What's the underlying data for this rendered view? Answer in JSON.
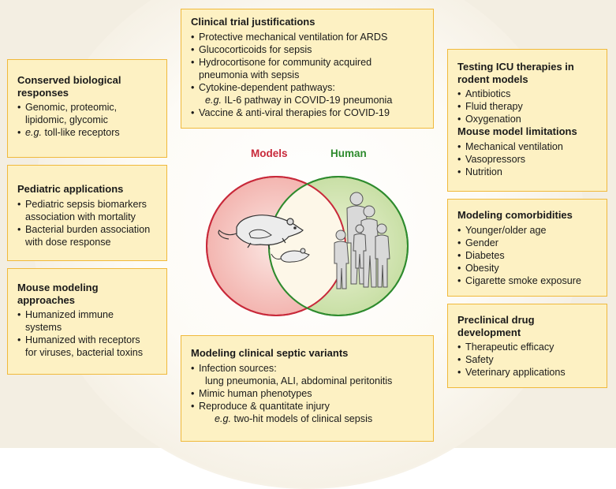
{
  "venn": {
    "models_label": "Models",
    "human_label": "Human",
    "models_color": "#c8293a",
    "human_color": "#2e8b2e"
  },
  "clinical_trial": {
    "title": "Clinical trial justifications",
    "items": [
      "Protective mechanical ventilation for ARDS",
      "Glucocorticoids for sepsis",
      "Hydrocortisone for community acquired",
      "pneumonia with sepsis",
      "Cytokine-dependent pathways:",
      "e.g.",
      "IL-6 pathway in COVID-19 pneumonia",
      "Vaccine & anti-viral therapies for COVID-19"
    ]
  },
  "conserved": {
    "title": "Conserved biological responses",
    "items": [
      "Genomic, proteomic,",
      "lipidomic, glycomic",
      "e.g.",
      "toll-like receptors"
    ]
  },
  "pediatric": {
    "title": "Pediatric applications",
    "items": [
      "Pediatric sepsis biomarkers",
      "association with mortality",
      "Bacterial burden association",
      "with dose response"
    ]
  },
  "mouse_modeling": {
    "title": "Mouse modeling approaches",
    "items": [
      "Humanized immune",
      "systems",
      "Humanized with receptors",
      "for viruses, bacterial toxins"
    ]
  },
  "testing_icu": {
    "title": "Testing ICU therapies in rodent models",
    "items": [
      "Antibiotics",
      "Fluid therapy",
      "Oxygenation"
    ],
    "limitations_title": "Mouse model limitations",
    "limitations": [
      "Mechanical ventilation",
      "Vasopressors",
      "Nutrition"
    ]
  },
  "comorbidities": {
    "title": "Modeling comorbidities",
    "items": [
      "Younger/older age",
      "Gender",
      "Diabetes",
      "Obesity",
      "Cigarette smoke exposure"
    ]
  },
  "preclinical": {
    "title": "Preclinical drug development",
    "items": [
      "Therapeutic efficacy",
      "Safety",
      "Veterinary applications"
    ]
  },
  "septic_variants": {
    "title": "Modeling clinical septic variants",
    "items": [
      "Infection sources:",
      "lung pneumonia, ALI, abdominal peritonitis",
      "Mimic human phenotypes",
      "Reproduce & quantitate injury",
      "e.g.",
      "two-hit models of clinical sepsis"
    ]
  }
}
